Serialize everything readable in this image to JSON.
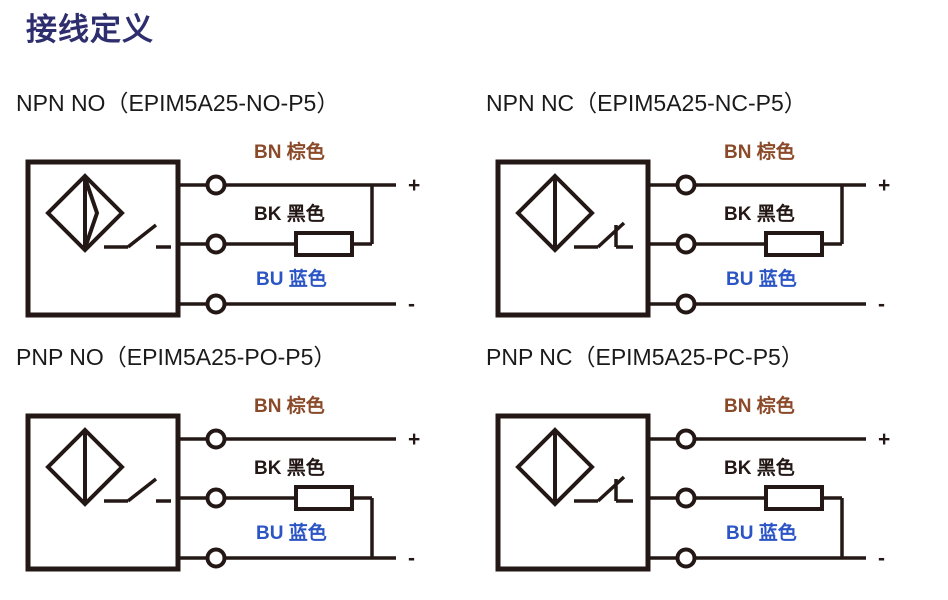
{
  "page": {
    "title": "接线定义",
    "title_color": "#2e2e6e",
    "background": "#ffffff"
  },
  "palette": {
    "line": "#231815",
    "brown": "#8a4a2a",
    "black": "#231815",
    "blue": "#2b55c4",
    "box_fill": "#ffffff"
  },
  "wire_labels": {
    "bn": "BN 棕色",
    "bk": "BK 黑色",
    "bu": "BU 蓝色",
    "plus": "+",
    "minus": "-"
  },
  "icons": {
    "sensor": "inductive-proximity-sensor-icon",
    "switch_no": "normally-open-contact-icon",
    "switch_nc": "normally-closed-contact-icon",
    "resistor": "resistor-icon",
    "terminal": "terminal-circle-icon"
  },
  "diagrams": [
    {
      "id": "npn-no",
      "heading": "NPN  NO（EPIM5A25-NO-P5）",
      "switch_type": "no",
      "load_return": "plus",
      "labels": {
        "bn": "BN 棕色",
        "bk": "BK 黑色",
        "bu": "BU 蓝色",
        "plus": "+",
        "minus": "-"
      }
    },
    {
      "id": "npn-nc",
      "heading": "NPN  NC（EPIM5A25-NC-P5）",
      "switch_type": "nc",
      "load_return": "plus",
      "labels": {
        "bn": "BN 棕色",
        "bk": "BK 黑色",
        "bu": "BU 蓝色",
        "plus": "+",
        "minus": "-"
      }
    },
    {
      "id": "pnp-no",
      "heading": "PNP  NO（EPIM5A25-PO-P5）",
      "switch_type": "no",
      "load_return": "minus",
      "labels": {
        "bn": "BN 棕色",
        "bk": "BK 黑色",
        "bu": "BU 蓝色",
        "plus": "+",
        "minus": "-"
      }
    },
    {
      "id": "pnp-nc",
      "heading": "PNP  NC（EPIM5A25-PC-P5）",
      "switch_type": "nc",
      "load_return": "minus",
      "labels": {
        "bn": "BN 棕色",
        "bk": "BK 黑色",
        "bu": "BU 蓝色",
        "plus": "+",
        "minus": "-"
      }
    }
  ]
}
